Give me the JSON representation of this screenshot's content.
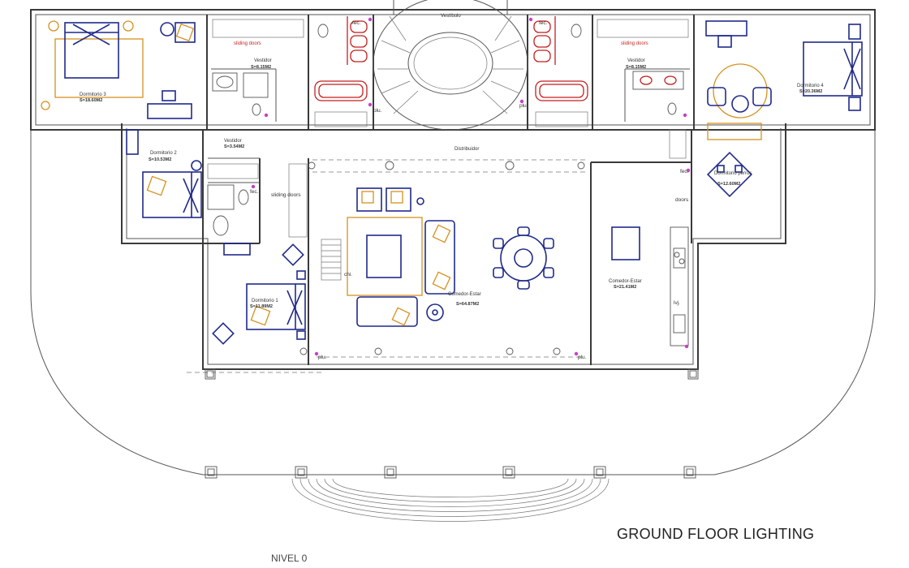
{
  "title": "GROUND FLOOR LIGHTING",
  "level": "NIVEL 0",
  "rooms": {
    "dormitorio3": {
      "name": "Dormitorio 3",
      "area": "S=18.60M2"
    },
    "dormitorio4": {
      "name": "Dormitorio 4",
      "area": "S=20.36M2"
    },
    "dormitorio2": {
      "name": "Dormitorio 2",
      "area": "S=10.53M2"
    },
    "dormitorio1": {
      "name": "Dormitorio 1",
      "area": "S=11.89M2"
    },
    "dormitorio_perros": {
      "name": "Dormitorio perros",
      "area": "S=12.60M2"
    },
    "vestidor_left": {
      "name": "Vestidor",
      "area": "S=8.15M2"
    },
    "vestidor_right": {
      "name": "Vestidor",
      "area": "S=8.15M2"
    },
    "vestidor_small": {
      "name": "Vestidor",
      "area": "S=3.54M2"
    },
    "comedor_estar_left": {
      "name": "Comedor-Estar",
      "area": "S=64.87M2"
    },
    "comedor_estar_right": {
      "name": "Comedor-Estar",
      "area": "S=21.41M2"
    },
    "distribuidor": {
      "name": "Distribuidor"
    },
    "vestibulo": {
      "name": "Vestíbulo"
    }
  },
  "notes": {
    "sliding_doors_left": "sliding doors",
    "sliding_doors_right": "sliding doors",
    "sliding_doors_mid": "sliding doors",
    "doors": "doors",
    "fec1": "fec.",
    "fec2": "fec.",
    "fec3": "fec.",
    "fec4": "fec.",
    "plu1": "plu.",
    "plu2": "plu.",
    "plu3": "plu.",
    "plu4": "plu.",
    "chi": "chi.",
    "lvj": "lvj."
  },
  "colors": {
    "walls": "#3a3a3a",
    "fixtures_blue": "#1f2a8a",
    "furniture_orange": "#d4921f",
    "sanitary_red": "#c41f1f",
    "light_points": "#c83ec8"
  }
}
